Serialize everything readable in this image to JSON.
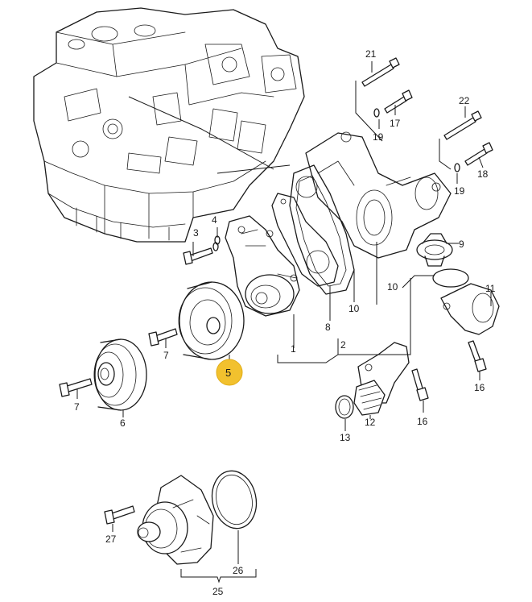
{
  "highlight_color": "#f2c12e",
  "callouts": {
    "c1": "1",
    "c2": "2",
    "c3": "3",
    "c4": "4",
    "c5": "5",
    "c6": "6",
    "c7a": "7",
    "c7b": "7",
    "c8": "8",
    "c9": "9",
    "c10a": "10",
    "c10b": "10",
    "c11": "11",
    "c12": "12",
    "c13": "13",
    "c16a": "16",
    "c16b": "16",
    "c17": "17",
    "c18": "18",
    "c19a": "19",
    "c19b": "19",
    "c21": "21",
    "c22": "22",
    "c25": "25",
    "c26": "26",
    "c27": "27"
  },
  "highlighted_callout": "c5"
}
